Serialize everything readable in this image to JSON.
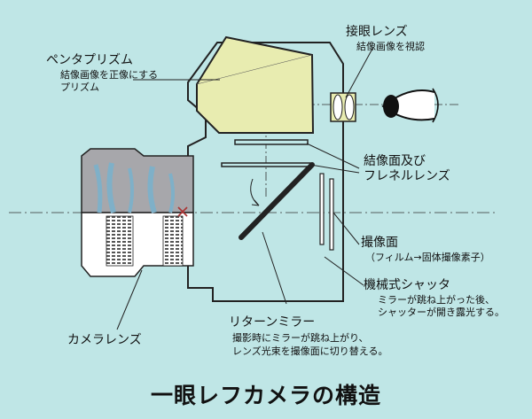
{
  "colors": {
    "background": "#bfe6e6",
    "prism_fill": "#e8ecb0",
    "lens_gray": "#a7a7ab",
    "body_white": "#ffffff",
    "outline": "#222222"
  },
  "title": "一眼レフカメラの構造",
  "labels": {
    "pentaprism": "ペンタプリズム",
    "pentaprism_desc_1": "結像画像を正像にする",
    "pentaprism_desc_2": "プリズム",
    "eyepiece": "接眼レンズ",
    "eyepiece_desc": "結像画像を視認",
    "focus_screen_1": "結像面及び",
    "focus_screen_2": "フレネルレンズ",
    "image_sensor": "撮像面",
    "image_sensor_desc": "（フィルム→固体撮像素子）",
    "shutter": "機械式シャッタ",
    "shutter_desc_1": "ミラーが跳ね上がった後、",
    "shutter_desc_2": "シャッターが開き露光する。",
    "mirror": "リターンミラー",
    "mirror_desc_1": "撮影時にミラーが跳ね上がり、",
    "mirror_desc_2": "レンズ光束を撮像面に切り替える。",
    "lens": "カメラレンズ"
  }
}
